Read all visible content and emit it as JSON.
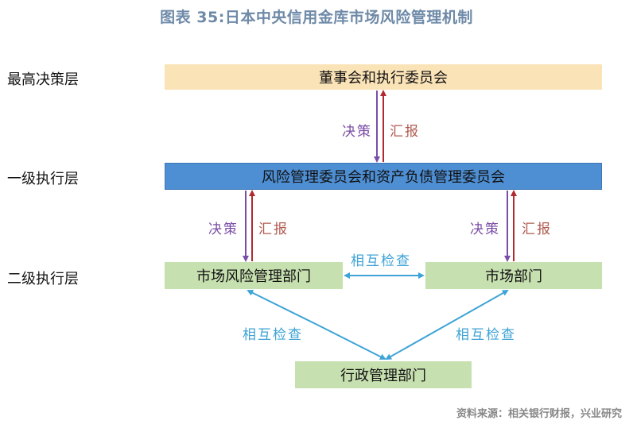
{
  "title": "图表 35:日本中央信用金库市场风险管理机制",
  "levels": {
    "top": "最高决策层",
    "first": "一级执行层",
    "second": "二级执行层"
  },
  "boxes": {
    "board": "董事会和执行委员会",
    "executive": "风险管理委员会和资产负债管理委员会",
    "market_risk_dept": "市场风险管理部门",
    "market_dept": "市场部门",
    "admin_dept": "行政管理部门"
  },
  "edge_labels": {
    "decision": "决策",
    "report": "汇报",
    "mutual_check": "相互检查"
  },
  "source": "资料来源：相关银行财报，兴业研究",
  "colors": {
    "decision": "#7a4ea6",
    "report": "#b02a30",
    "mutual_check": "#3ea3d6",
    "board_fill": "#fbe3b8",
    "exec_fill": "#4e8ed3",
    "dept_fill": "#c7e0b0"
  }
}
